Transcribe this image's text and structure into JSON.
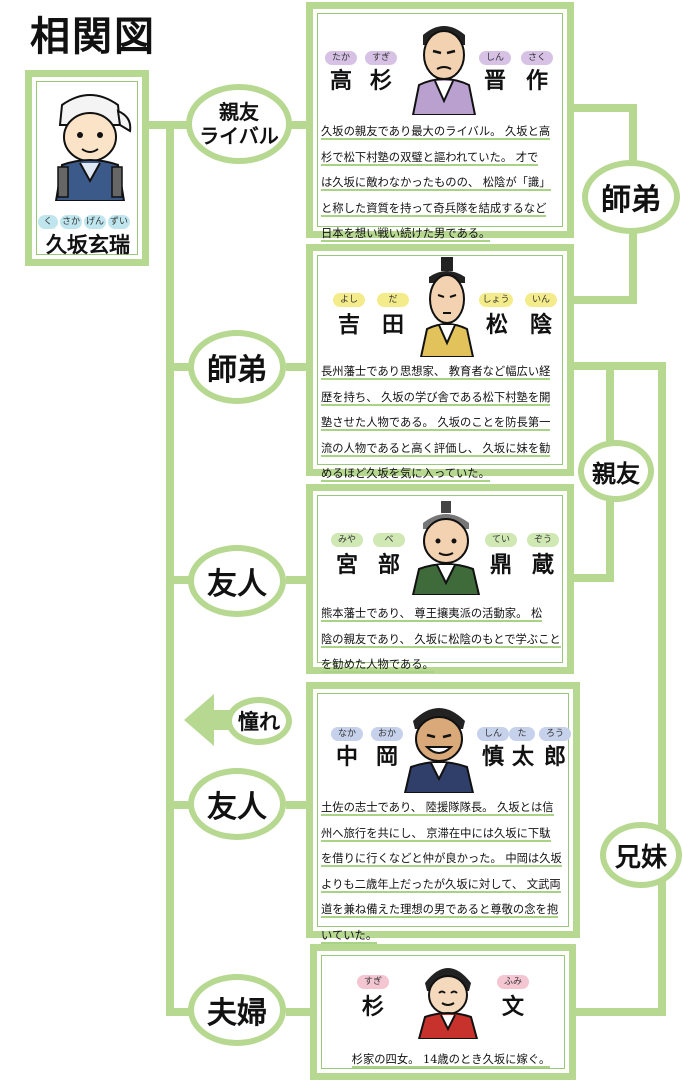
{
  "title": "相関図",
  "protagonist": {
    "ruby": [
      "く",
      "さか",
      "げん",
      "ずい"
    ],
    "name": "久坂玄瑞"
  },
  "relations": {
    "shinyu_rival": [
      "親友",
      "ライバル"
    ],
    "shitei_left": "師弟",
    "shitei_right": "師弟",
    "shinyu_right": "親友",
    "yujin_1": "友人",
    "akogare": "憧れ",
    "yujin_2": "友人",
    "fufu": "夫婦",
    "kyodai": "兄妹"
  },
  "people": [
    {
      "chars": [
        "高",
        "杉",
        "晋",
        "作"
      ],
      "ruby": [
        "たか",
        "すぎ",
        "しん",
        "さく"
      ],
      "lines": [
        "久坂の親友であり最大のライバル。 久坂と高",
        "杉で松下村塾の双璧と謳われていた。 才で",
        "は久坂に敵わなかったものの、 松陰が「識」",
        "と称した資質を持って奇兵隊を結成するなど",
        "日本を想い戦い続けた男である。"
      ]
    },
    {
      "chars": [
        "吉",
        "田",
        "松",
        "陰"
      ],
      "ruby": [
        "よし",
        "だ",
        "しょう",
        "いん"
      ],
      "lines": [
        "長州藩士であり思想家、 教育者など幅広い経",
        "歴を持ち、 久坂の学び舎である松下村塾を開",
        "塾させた人物である。 久坂のことを防長第一",
        "流の人物であると高く評価し、 久坂に妹を勧",
        "めるほど久坂を気に入っていた。"
      ]
    },
    {
      "chars": [
        "宮",
        "部",
        "鼎",
        "蔵"
      ],
      "ruby": [
        "みや",
        "べ",
        "てい",
        "ぞう"
      ],
      "lines": [
        "熊本藩士であり、 尊王攘夷派の活動家。 松",
        "陰の親友であり、 久坂に松陰のもとで学ぶこと",
        "を勧めた人物である。"
      ]
    },
    {
      "chars": [
        "中",
        "岡",
        "慎",
        "太",
        "郎"
      ],
      "ruby": [
        "なか",
        "おか",
        "しん",
        "た",
        "ろう"
      ],
      "lines": [
        "土佐の志士であり、 陸援隊隊長。 久坂とは信",
        "州へ旅行を共にし、 京滞在中には久坂に下駄",
        "を借りに行くなどと仲が良かった。 中岡は久坂",
        "よりも二歳年上だったが久坂に対して、 文武両",
        "道を兼ね備えた理想の男であると尊敬の念を抱",
        "いていた。"
      ]
    },
    {
      "chars": [
        "杉",
        "文"
      ],
      "ruby": [
        "すぎ",
        "ふみ"
      ],
      "lines": [
        "杉家の四女。 14歳のとき久坂に嫁ぐ。"
      ]
    }
  ],
  "colors": {
    "green": "#b6d890",
    "greenDark": "#9bc779"
  }
}
